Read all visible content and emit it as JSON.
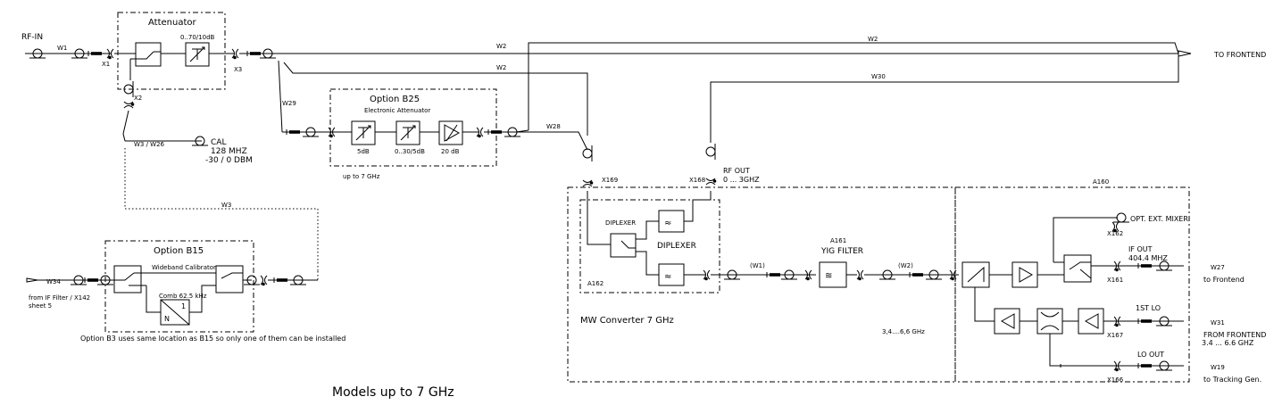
{
  "labels": {
    "rf_in": "RF-IN",
    "w1": "W1",
    "x1": "X1",
    "x2": "X2",
    "x3": "X3",
    "attenuator": "Attenuator",
    "atten_range": "0..70/10dB",
    "w2_top": "W2",
    "w2_mid": "W2",
    "w2_left": "W2",
    "to_frontend": "TO FRONTEND",
    "w30": "W30",
    "w29": "W29",
    "opt_b25": "Option B25",
    "elec_atten": "Electronic Attenuator",
    "b25_5db": "5dB",
    "b25_030": "0..30/5dB",
    "b25_20db": "20 dB",
    "b25_up7": "up to 7 GHz",
    "w28": "W28",
    "w3_w26": "W3 / W26",
    "cal": "CAL",
    "cal_freq": "128 MHZ",
    "cal_level": "-30 / 0 DBM",
    "w3": "W3",
    "opt_b15": "Option B15",
    "wideband_cal": "Wideband Calibrator",
    "comb": "Comb 62.5 kHz",
    "div_n": "N",
    "div_1": "1",
    "w34": "W34",
    "from_if_filter": "from IF Filter / X142",
    "sheet5": "sheet 5",
    "option_b3_note": "Option B3 uses same location as B15 so only one of them can be installed",
    "x169": "X169",
    "x168": "X168",
    "rf_out": "RF OUT",
    "rf_out_range": "0 ... 3GHZ",
    "a160": "A160",
    "diplexer_small": "DIPLEXER",
    "diplexer_big": "DIPLEXER",
    "a162": "A162",
    "w1_paren": "(W1)",
    "a161": "A161",
    "yig_filter": "YIG FILTER",
    "w2_paren": "(W2)",
    "mw_converter": "MW Converter  7  GHz",
    "yig_range": "3,4....6,6 GHz",
    "opt_ext_mixer": "OPT. EXT. MIXER",
    "x162": "X162",
    "if_out": "IF OUT",
    "if_freq": "404.4 MHZ",
    "x161": "X161",
    "w27": "W27",
    "to_frontend_lc": "to Frontend",
    "first_lo": "1ST LO",
    "x167": "X167",
    "w31": "W31",
    "from_frontend": "FROM FRONTEND",
    "lo_range": "3.4 ... 6.6 GHZ",
    "lo_out": "LO OUT",
    "x166": "X166",
    "w19": "W19",
    "to_tracking": "to Tracking Gen.",
    "models_note": "Models up to 7 GHz"
  }
}
